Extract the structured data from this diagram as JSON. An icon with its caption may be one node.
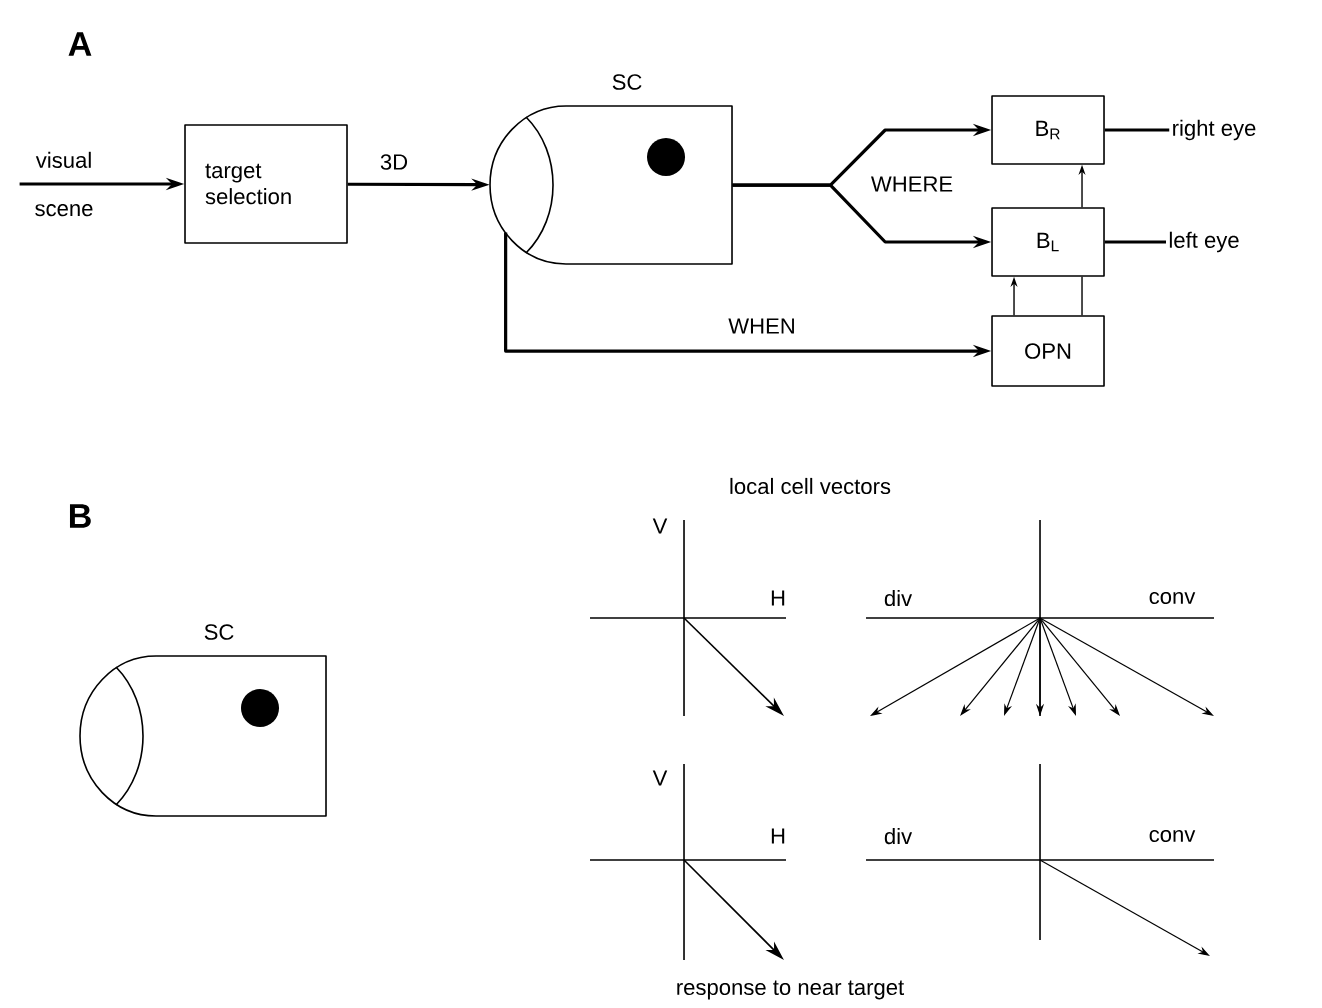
{
  "diagram": {
    "nodes": [
      {
        "text": [
          "visual scene"
        ]
      },
      {
        "text": [
          "target selection"
        ]
      },
      {
        "text": [
          "SC"
        ]
      },
      {
        "text": [
          "B$_{R}$"
        ]
      },
      {
        "text": [
          "B$_{L}$"
        ]
      },
      {
        "text": [
          "OPN"
        ]
      },
      {
        "text": [
          "right eye"
        ]
      },
      {
        "text": [
          "left eye"
        ]
      },
      {
        "text": [
          "SC"
        ]
      }
    ],
    "edges": [
      {
        "from": 0,
        "to": 1,
        "arrow": "to"
      },
      {
        "from": 1,
        "to": 2,
        "arrow": "to",
        "label": "3D"
      },
      {
        "from": 2,
        "to": 3,
        "arrow": "to",
        "label": "WHERE"
      },
      {
        "from": 2,
        "to": 4,
        "arrow": "to"
      },
      {
        "from": 2,
        "to": 5,
        "arrow": "to",
        "label": "WHEN"
      },
      {
        "from": 3,
        "to": 6,
        "arrow": "none"
      },
      {
        "from": 4,
        "to": 7,
        "arrow": "none"
      },
      {
        "from": 4,
        "to": 3,
        "arrow": "to"
      },
      {
        "from": 5,
        "to": 4,
        "arrow": "to"
      },
      {
        "from": 5,
        "to": 4,
        "arrow": "none"
      }
    ],
    "labels": [
      "A",
      "B",
      "local cell vectors",
      "V",
      "H",
      "div",
      "conv",
      "V",
      "H",
      "div",
      "conv",
      "response to near target"
    ]
  }
}
